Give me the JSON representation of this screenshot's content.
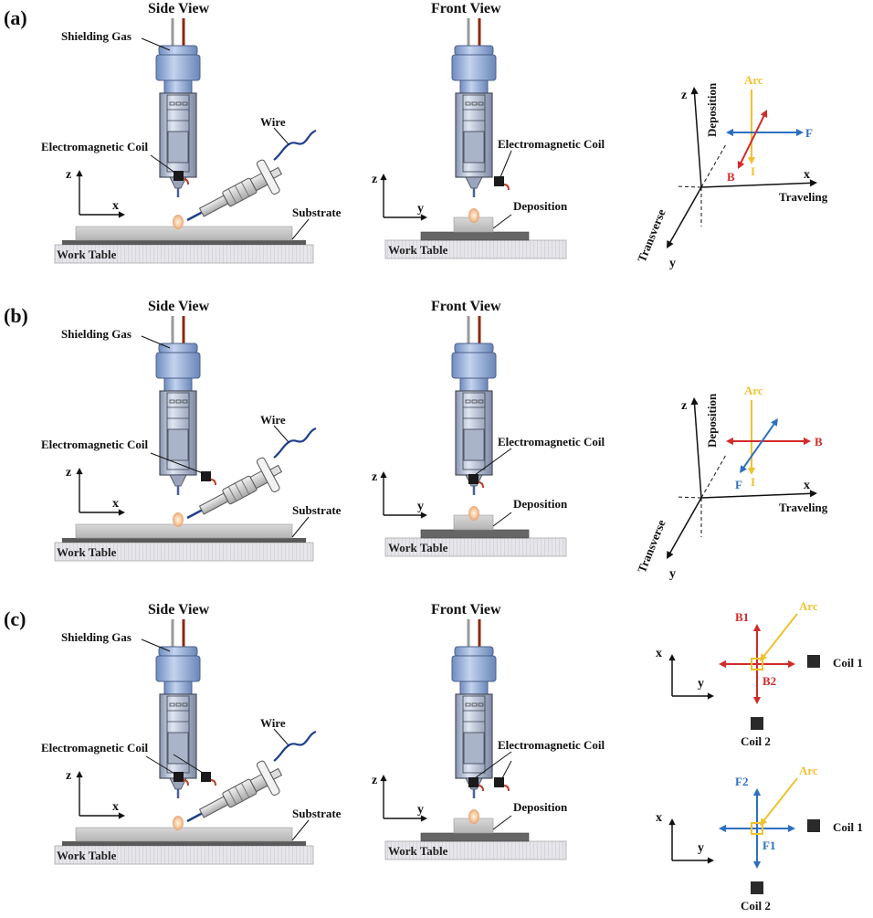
{
  "colors": {
    "current": "#f2c12e",
    "field": "#d42a2a",
    "force": "#2d70c0",
    "wire": "#1f3f8c",
    "electrode": "#8a2a10",
    "torch": "#bcc8dc",
    "torch_top": "#8fa8d0",
    "substrate": "#c8c8c8"
  },
  "panels": [
    {
      "label": "(a)",
      "side_title": "Side View",
      "front_title": "Front View",
      "shielding_gas": "Shielding Gas",
      "wire": "Wire",
      "coil": "Electromagnetic Coil",
      "coil_front": "Electromagnetic Coil",
      "substrate": "Substrate",
      "deposition": "Deposition",
      "work_table": "Work Table",
      "work_table_front": "Work Table",
      "z": "z",
      "x": "x",
      "z2": "z",
      "y2": "y",
      "vec": {
        "z": "z",
        "x": "x",
        "y": "y",
        "deposition": "Deposition",
        "traveling": "Traveling",
        "transverse": "Transverse",
        "arc": "Arc",
        "F": "F",
        "B": "B",
        "I": "I"
      }
    },
    {
      "label": "(b)",
      "side_title": "Side View",
      "front_title": "Front View",
      "shielding_gas": "Shielding Gas",
      "wire": "Wire",
      "coil": "Electromagnetic Coil",
      "coil_front": "Electromagnetic Coil",
      "substrate": "Substrate",
      "deposition": "Deposition",
      "work_table": "Work Table",
      "work_table_front": "Work Table",
      "z": "z",
      "x": "x",
      "z2": "z",
      "y2": "y",
      "vec": {
        "z": "z",
        "x": "x",
        "y": "y",
        "deposition": "Deposition",
        "traveling": "Traveling",
        "transverse": "Transverse",
        "arc": "Arc",
        "F": "F",
        "B": "B",
        "I": "I"
      }
    },
    {
      "label": "(c)",
      "side_title": "Side View",
      "front_title": "Front View",
      "shielding_gas": "Shielding Gas",
      "wire": "Wire",
      "coil": "Electromagnetic Coil",
      "coil_front": "Electromagnetic Coil",
      "substrate": "Substrate",
      "deposition": "Deposition",
      "work_table": "Work Table",
      "work_table_front": "Work Table",
      "z": "z",
      "x": "x",
      "z2": "z",
      "y2": "y",
      "coil_diagrams": [
        {
          "vec": "B1",
          "vec2": "B2",
          "arc": "Arc",
          "coil1": "Coil 1",
          "coil2": "Coil 2",
          "x": "x",
          "y": "y"
        },
        {
          "vec": "F2",
          "vec2": "F1",
          "arc": "Arc",
          "coil1": "Coil 1",
          "coil2": "Coil 2",
          "x": "x",
          "y": "y"
        }
      ]
    }
  ]
}
